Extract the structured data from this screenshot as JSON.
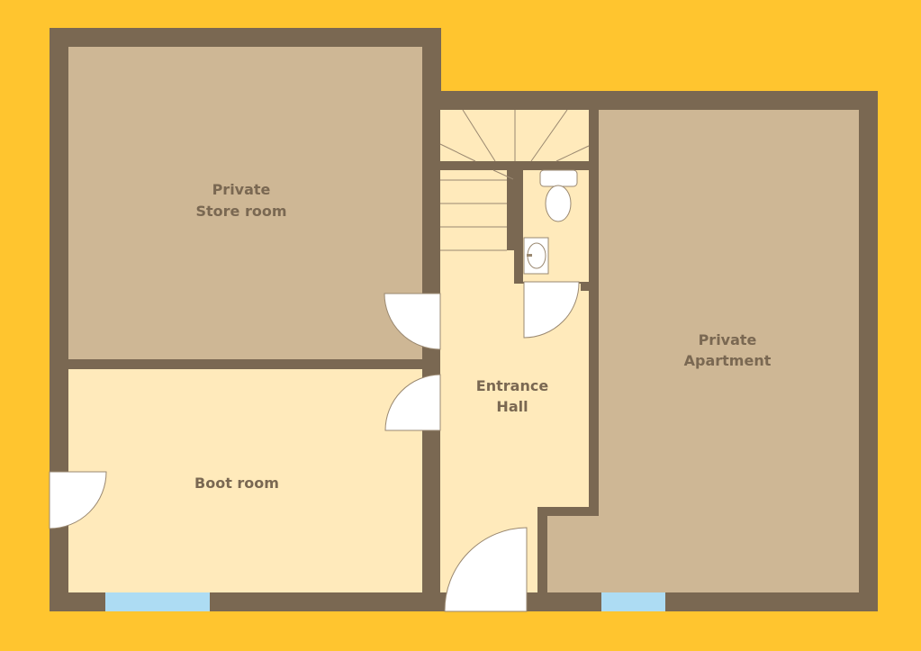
{
  "rooms": [
    {
      "name": "store-room",
      "label_line1": "Private",
      "label_line2": "Store room"
    },
    {
      "name": "boot-room",
      "label_line1": "Boot room"
    },
    {
      "name": "entrance-hall",
      "label_line1": "Entrance",
      "label_line2": "Hall"
    },
    {
      "name": "apartment",
      "label_line1": "Private",
      "label_line2": "Apartment"
    }
  ],
  "colors": {
    "background": "#FFC52F",
    "wall": "#7A6852",
    "private_room": "#CEB795",
    "room": "#FFEABB",
    "window": "#ADDCF3",
    "door": "#FFFFFF"
  }
}
